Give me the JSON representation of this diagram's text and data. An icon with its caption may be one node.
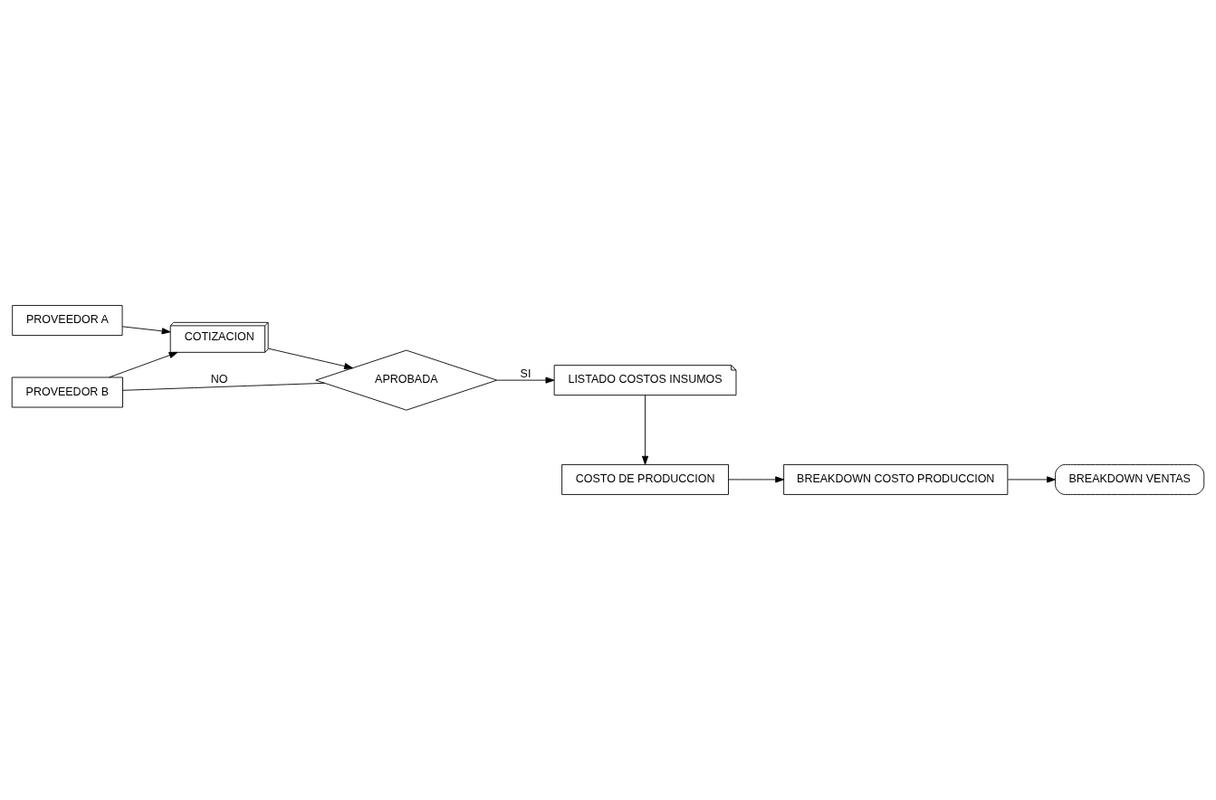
{
  "diagram": {
    "nodes": [
      {
        "text": [
          "PROVEEDOR A"
        ]
      },
      {
        "text": [
          "COTIZACION"
        ]
      },
      {
        "text": [
          "APROBADA"
        ]
      },
      {
        "text": [
          "LISTADO COSTOS INSUMOS"
        ]
      },
      {
        "text": [
          "PROVEEDOR B"
        ]
      },
      {
        "text": [
          "COSTO DE PRODUCCION"
        ]
      },
      {
        "text": [
          "BREAKDOWN VENTAS"
        ]
      },
      {
        "text": [
          "BREAKDOWN COSTO PRODUCCION"
        ]
      }
    ],
    "edges": [
      {
        "from": 0,
        "to": 1,
        "arrow": "to"
      },
      {
        "from": 1,
        "to": 2,
        "arrow": "to"
      },
      {
        "from": 2,
        "to": 3,
        "arrow": "to",
        "label": "SI"
      },
      {
        "from": 3,
        "to": 5,
        "arrow": "to"
      },
      {
        "from": 5,
        "to": 7,
        "arrow": "to"
      },
      {
        "from": 7,
        "to": 6,
        "arrow": "to"
      },
      {
        "from": 2,
        "to": 4,
        "arrow": "none",
        "label": "NO"
      },
      {
        "from": 4,
        "to": 1,
        "arrow": "to"
      }
    ]
  }
}
